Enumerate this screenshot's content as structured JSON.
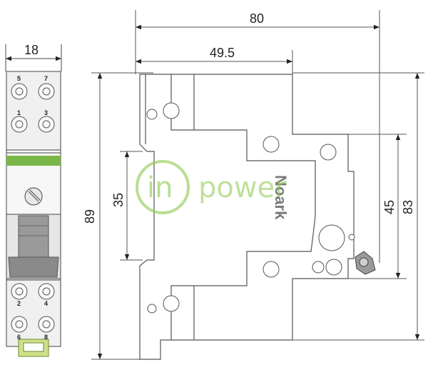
{
  "dimensions": {
    "front_width": "18",
    "total_depth": "80",
    "front_offset": "49.5",
    "total_height": "89",
    "rail_height": "35",
    "window_height": "45",
    "body_height": "83"
  },
  "terminals": {
    "top_left": "5",
    "top_right": "7",
    "mid_upper_left": "1",
    "mid_upper_right": "3",
    "mid_lower_left": "2",
    "mid_lower_right": "4",
    "bottom_left": "6",
    "bottom_right": "8"
  },
  "brand": "Noark",
  "watermark": {
    "logo": "in",
    "text": "power"
  },
  "colors": {
    "green_band": "#7ab648",
    "clip": "#cfe08a",
    "toggle": "#8a8a8a"
  }
}
